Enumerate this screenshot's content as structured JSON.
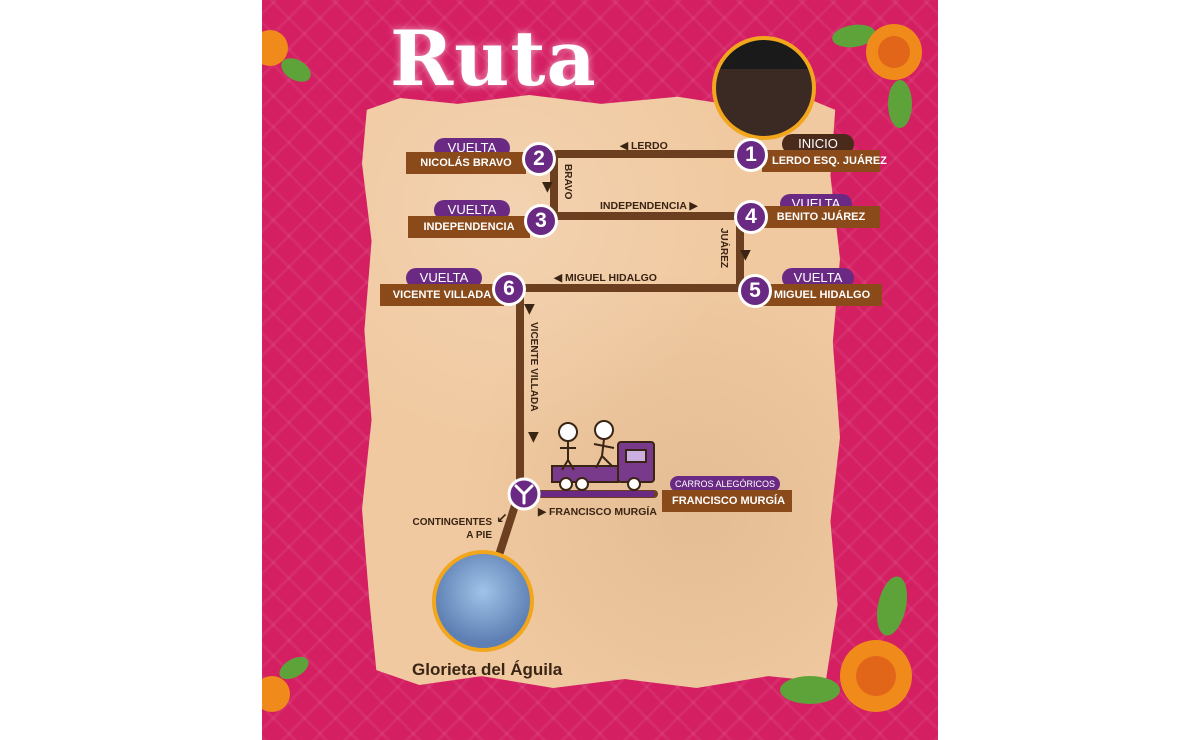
{
  "title": "Ruta",
  "colors": {
    "background": "#d41f63",
    "parchment": "#f0c9a0",
    "route": "#6b3f1f",
    "badge_purple": "#6a2a84",
    "banner_brown": "#8a4a1a",
    "marigold": "#f08a1a"
  },
  "stops": [
    {
      "number": "1",
      "tag": "INICIO",
      "street": "LERDO ESQ. JUÁREZ"
    },
    {
      "number": "2",
      "tag": "VUELTA",
      "street": "NICOLÁS BRAVO"
    },
    {
      "number": "3",
      "tag": "VUELTA",
      "street": "INDEPENDENCIA"
    },
    {
      "number": "4",
      "tag": "VUELTA",
      "street": "BENITO JUÁREZ"
    },
    {
      "number": "5",
      "tag": "VUELTA",
      "street": "MIGUEL HIDALGO"
    },
    {
      "number": "6",
      "tag": "VUELTA",
      "street": "VICENTE VILLADA"
    }
  ],
  "route_labels": {
    "lerdo": "LERDO",
    "bravo": "BRAVO",
    "independencia": "INDEPENDENCIA",
    "juarez": "JUÁREZ",
    "hidalgo": "MIGUEL HIDALGO",
    "villada": "VICENTE VILLADA",
    "murgia": "FRANCISCO MURGÍA"
  },
  "floats": {
    "tag": "CARROS ALEGÓRICOS",
    "street": "FRANCISCO MURGÍA"
  },
  "contingents": {
    "line1": "CONTINGENTES",
    "line2": "A PIE"
  },
  "destination": "Glorieta del Águila",
  "icons": {
    "split": "split-arrow-icon",
    "truck": "parade-float-truck-icon",
    "skeletons": "skeleton-figures-icon",
    "flowers": "marigold-flower-icon"
  }
}
